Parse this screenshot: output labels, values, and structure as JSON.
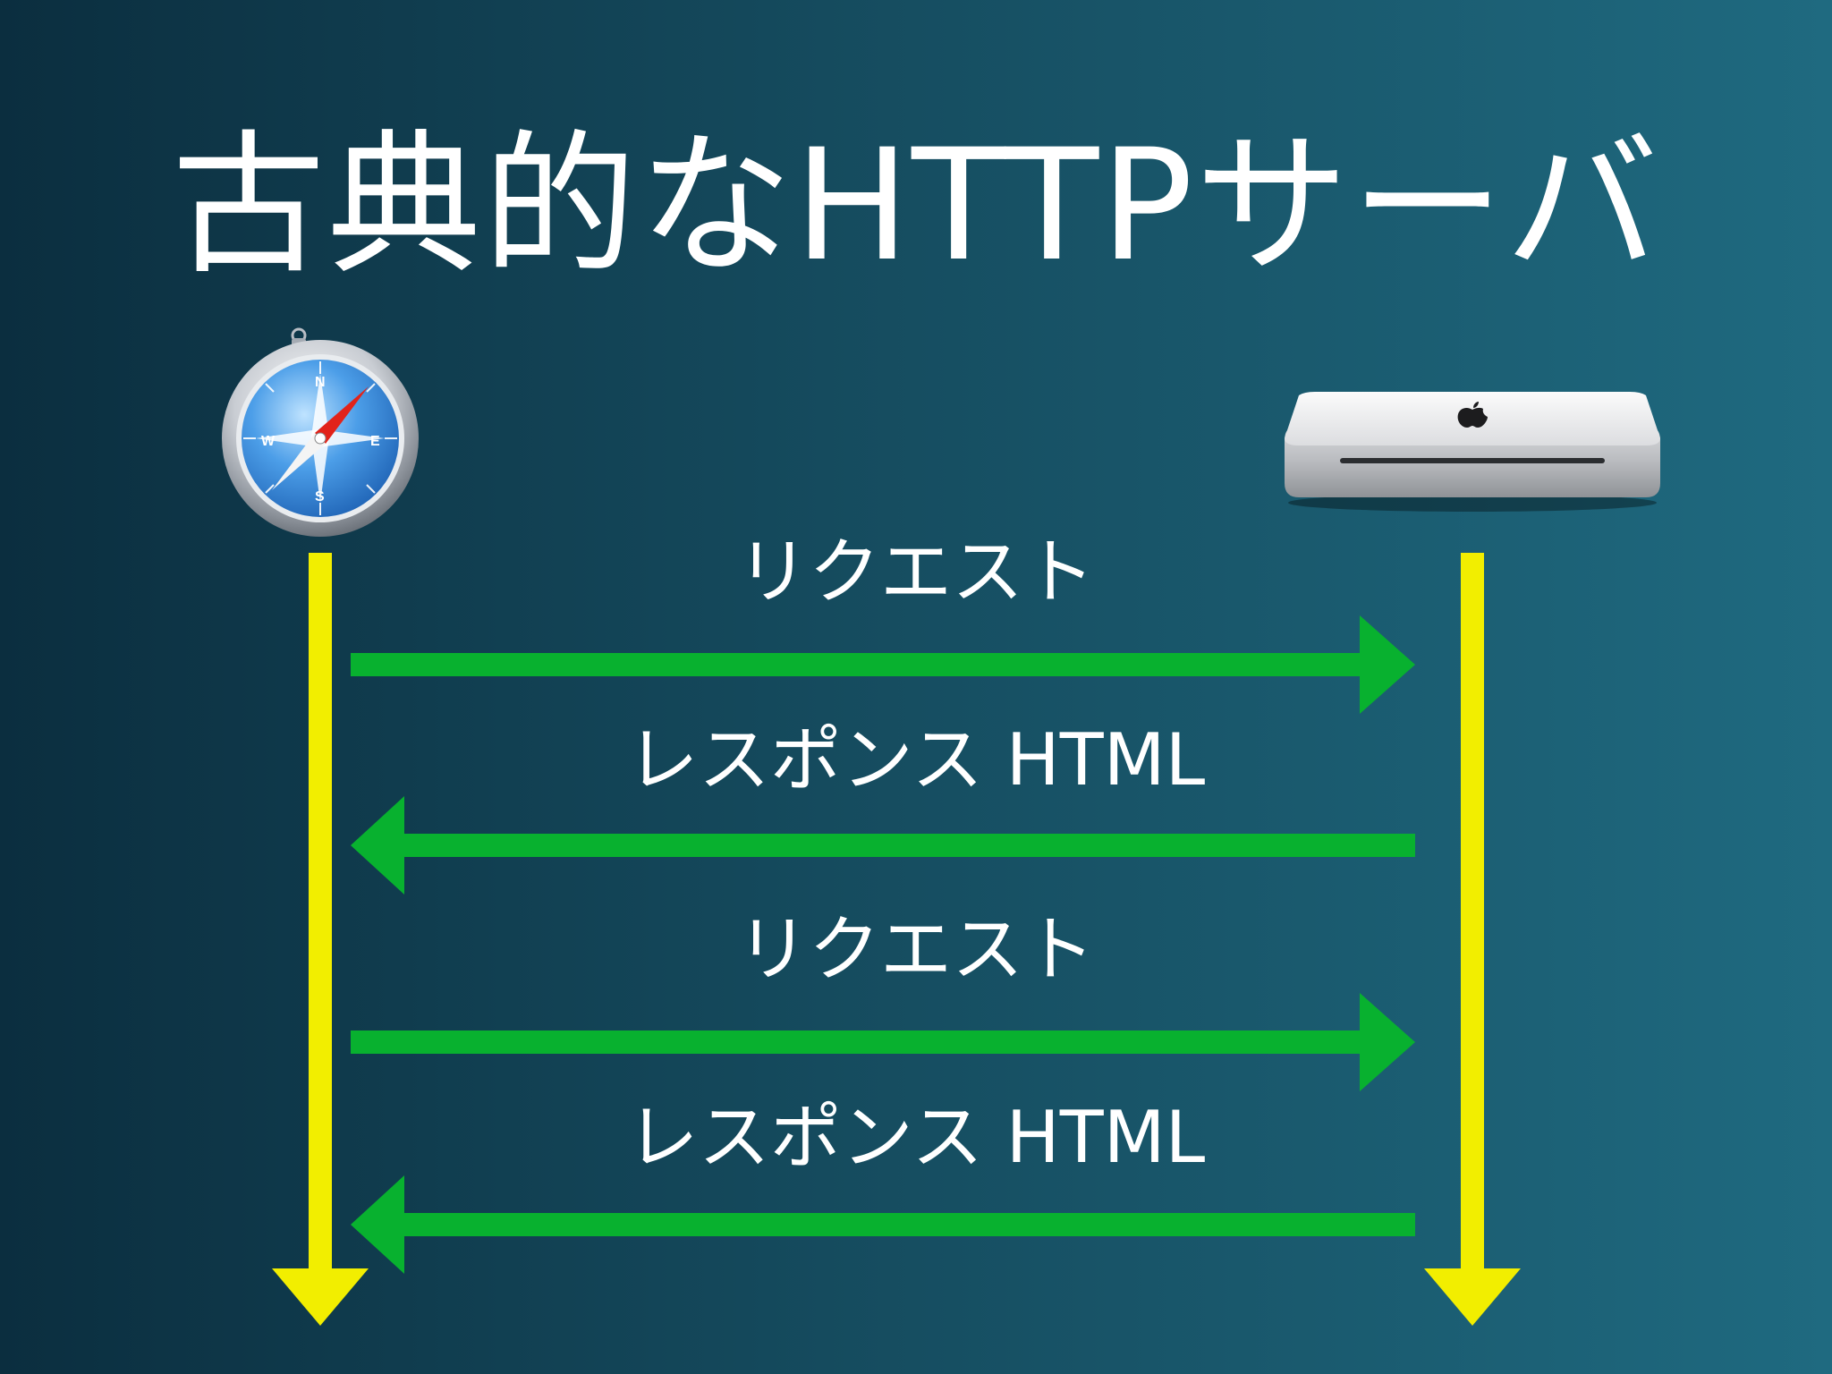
{
  "slide": {
    "title": "古典的なHTTPサーバ"
  },
  "participants": {
    "client": {
      "icon": "safari-compass-icon"
    },
    "server": {
      "icon": "mac-mini-server-icon"
    }
  },
  "messages": [
    {
      "label": "リクエスト",
      "direction": "client-to-server"
    },
    {
      "label": "レスポンス HTML",
      "direction": "server-to-client"
    },
    {
      "label": "リクエスト",
      "direction": "client-to-server"
    },
    {
      "label": "レスポンス HTML",
      "direction": "server-to-client"
    }
  ],
  "colors": {
    "lifeline": "#f2ee00",
    "message_arrow": "#08b12f",
    "background_left": "#0b2e3f",
    "background_right": "#1f6a80",
    "text": "#ffffff"
  }
}
